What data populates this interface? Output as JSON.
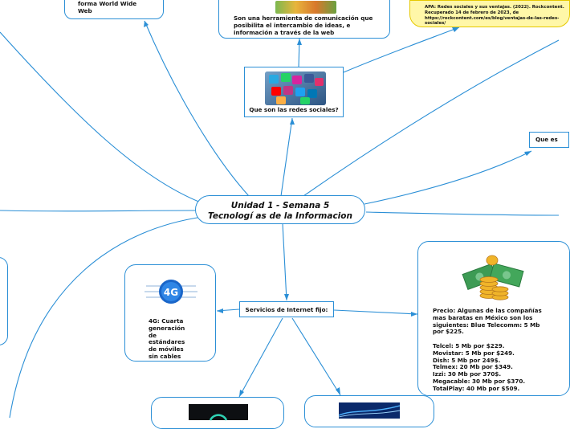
{
  "central": {
    "line1": "Unidad 1 - Semana 5",
    "line2": "Tecnologí as de la Informacion"
  },
  "nodes": {
    "www_fragment": "forma World Wide\nWeb",
    "social_desc": "Son una herramienta de comunicación que posibilita el intercambio de ideas, e información a través de la web",
    "citation": "APA: Redes sociales y sus ventajas. (2022). Rockcontent. Recuperado 14 de febrero de 2023, de https://rockcontent.com/es/blog/ventajas-de-las-redes-sociales/",
    "social_title": "Que son las redes sociales?",
    "que_es": "Que es",
    "internet_title": "Servicios de Internet fijo:",
    "fourg_desc": "4G: Cuarta\ngeneración\nde\nestándares\nde móviles\nsin cables",
    "fourg_badge": "4G",
    "prices_intro": "Precio: Algunas de las compañías mas baratas en México son los siguientes: Blue Telecomm: 5 Mb por $225.",
    "prices_list": "Telcel: 5 Mb por $229.\nMovistar: 5 Mb por $249.\nDish: 5 Mb por 249$.\nTelmex: 20 Mb por $349.\nIzzi: 30 Mb por 370$.\nMegacable: 30 Mb por $370.\nTotalPlay: 40 Mb por $509."
  },
  "colors": {
    "line": "#2b8fd6",
    "citation_bg": "#fff7a8",
    "citation_border": "#e5c800"
  },
  "icons": {
    "social": "social-media-apps-icon",
    "fourg": "4g-network-icon",
    "money": "money-stack-icon",
    "speed": "speedometer-icon",
    "fiber": "fiber-optic-icon"
  }
}
